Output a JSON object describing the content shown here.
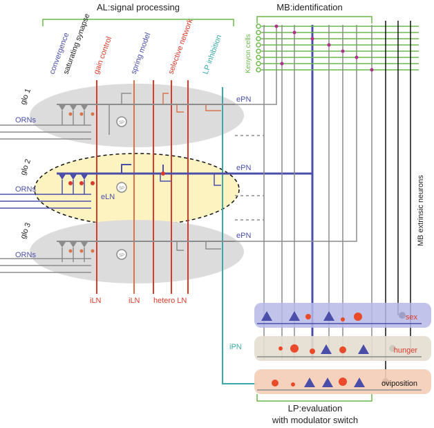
{
  "sections": {
    "al": "AL:signal processing",
    "mb": "MB:identification",
    "lp_line1": "LP:evaluation",
    "lp_line2": "with modulator switch"
  },
  "column_labels": {
    "convergence": "convergence",
    "saturating": "saturating synapse",
    "gain": "gain control",
    "spring": "spring model",
    "selective": "selective network",
    "lpinhib": "LP inhibition"
  },
  "glomeruli": {
    "glo1": "glo 1",
    "glo2": "glo 2",
    "glo3": "glo 3"
  },
  "orn_label": "ORNs",
  "sp_label": "SP",
  "eln_label": "eLN",
  "epn_label": "ePN",
  "ipn_label": "iPN",
  "kenyon_label": "Kenyon cells",
  "mb_extrinsic": "MB extrinsic neurons",
  "bottom_labels": {
    "iln1": "iLN",
    "iln2": "iLN",
    "hetero": "hetero LN"
  },
  "outputs": {
    "sex": "sex",
    "hunger": "hunger",
    "oviposition": "oviposition"
  },
  "colors": {
    "gray": "#8c8c8c",
    "blue": "#4a4ea8",
    "red": "#d83a2a",
    "orange": "#d9744a",
    "teal": "#3aa8a8",
    "green": "#6ab84a",
    "magenta": "#b0308a",
    "glo_gray": "#dcdcdc",
    "glo_yellow": "#fdf3c0"
  }
}
